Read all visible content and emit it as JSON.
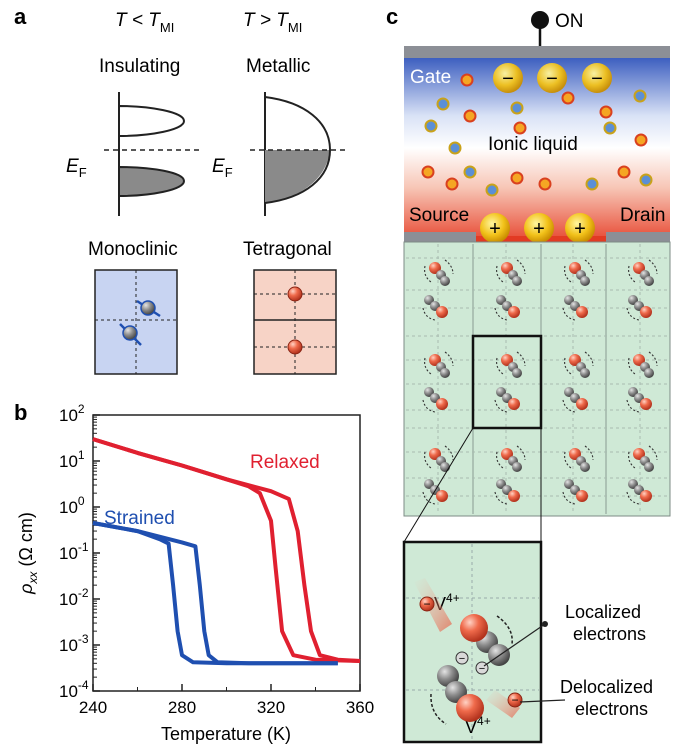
{
  "panel_a": {
    "label": "a",
    "cond_left": "T < T",
    "cond_left_sub": "MI",
    "cond_right": "T > T",
    "cond_right_sub": "MI",
    "state_left": "Insulating",
    "state_right": "Metallic",
    "fermi": "E",
    "fermi_sub": "F",
    "phase_left": "Monoclinic",
    "phase_right": "Tetragonal",
    "colors": {
      "monoclinic_bg": "#c8d4f2",
      "tetragonal_bg": "#f7d3c6",
      "filled_band": "#888888"
    }
  },
  "panel_b": {
    "label": "b",
    "ylabel_main": "ρ",
    "ylabel_sub": "xx",
    "ylabel_unit": " (Ω cm)",
    "xlabel": "Temperature (K)",
    "x_ticks": [
      "240",
      "280",
      "320",
      "360"
    ],
    "y_ticks": [
      {
        "base": "10",
        "exp": "2"
      },
      {
        "base": "10",
        "exp": "1"
      },
      {
        "base": "10",
        "exp": "0"
      },
      {
        "base": "10",
        "exp": "-1"
      },
      {
        "base": "10",
        "exp": "-2"
      },
      {
        "base": "10",
        "exp": "-3"
      },
      {
        "base": "10",
        "exp": "-4"
      }
    ],
    "colors": {
      "relaxed": "#e02030",
      "strained": "#1f4fb0"
    }
  },
  "chart_data": {
    "type": "line",
    "x_scale": "linear",
    "y_scale": "log",
    "xlabel": "Temperature (K)",
    "ylabel": "ρxx (Ω cm)",
    "xlim": [
      240,
      360
    ],
    "ylim": [
      0.0001,
      100
    ],
    "grid": false,
    "series": [
      {
        "name": "Relaxed",
        "branch": "cooling",
        "x": [
          240,
          260,
          280,
          300,
          310,
          315,
          320,
          322,
          325,
          330,
          340,
          360
        ],
        "y": [
          30,
          15,
          8,
          4,
          2.8,
          2.0,
          0.5,
          0.05,
          0.002,
          0.0006,
          0.00048,
          0.00045
        ]
      },
      {
        "name": "Relaxed",
        "branch": "heating",
        "x": [
          240,
          260,
          280,
          300,
          320,
          328,
          332,
          335,
          338,
          342,
          350,
          360
        ],
        "y": [
          30,
          15,
          8,
          4,
          2.2,
          1.5,
          0.3,
          0.02,
          0.002,
          0.0006,
          0.00048,
          0.00045
        ]
      },
      {
        "name": "Strained",
        "branch": "cooling",
        "x": [
          240,
          260,
          270,
          274,
          276,
          278,
          280,
          285,
          300,
          350
        ],
        "y": [
          0.45,
          0.3,
          0.2,
          0.16,
          0.02,
          0.002,
          0.0006,
          0.00042,
          0.0004,
          0.0004
        ]
      },
      {
        "name": "Strained",
        "branch": "heating",
        "x": [
          240,
          260,
          280,
          286,
          288,
          290,
          292,
          296,
          310,
          350
        ],
        "y": [
          0.45,
          0.3,
          0.17,
          0.14,
          0.02,
          0.002,
          0.0006,
          0.00042,
          0.0004,
          0.0004
        ]
      }
    ]
  },
  "panel_c": {
    "label": "c",
    "on": "ON",
    "gate": "Gate",
    "ionic": "Ionic liquid",
    "source": "Source",
    "drain": "Drain",
    "minus": "−",
    "plus": "+",
    "v4": "V",
    "v4_sup": "4+",
    "localized": "Localized\nelectrons",
    "localized_1": "Localized",
    "localized_2": "electrons",
    "delocalized_1": "Delocalized",
    "delocalized_2": "electrons",
    "colors": {
      "lattice_bg": "#cfe9d6",
      "cation": "#f5a623",
      "anion": "#5b8fd6",
      "vanadium": "#e8553a",
      "oxygen": "#7a7a7a"
    }
  }
}
